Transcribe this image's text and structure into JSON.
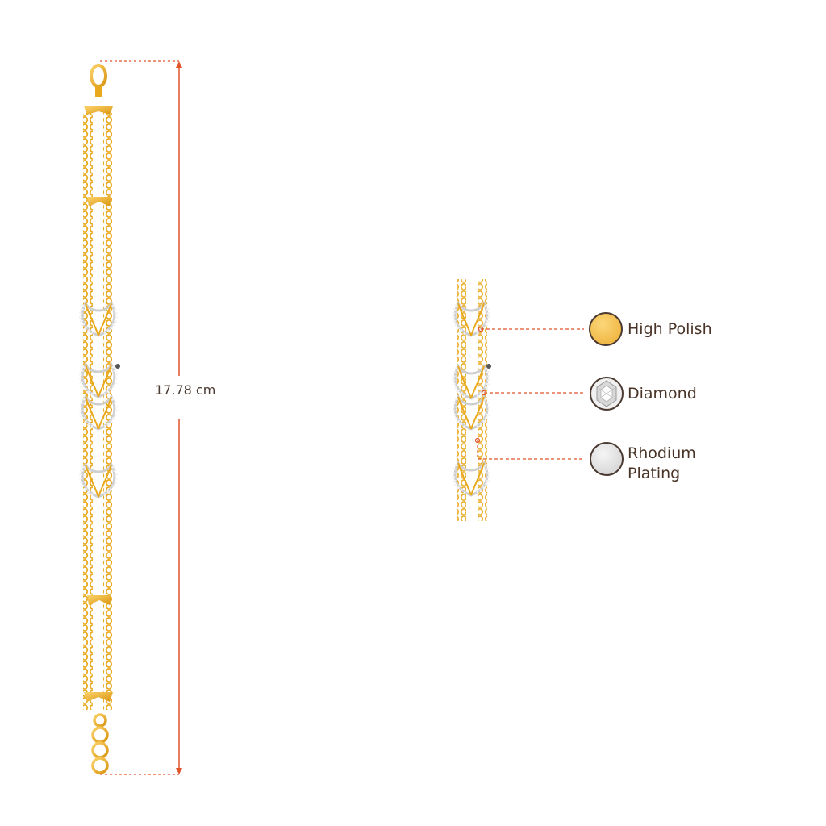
{
  "measurement": {
    "length_label": "17.78 cm"
  },
  "legend": {
    "high_polish": {
      "label": "High Polish",
      "color": "#f5c65a"
    },
    "diamond": {
      "label": "Diamond",
      "color": "#e8e8e8"
    },
    "rhodium": {
      "label_line1": "Rhodium",
      "label_line2": "Plating",
      "color": "#e6e6e6"
    }
  },
  "colors": {
    "gold": "#f2b32a",
    "gold_dark": "#c9870c",
    "silver": "#d9d9d9",
    "leader": "#e0542a"
  }
}
